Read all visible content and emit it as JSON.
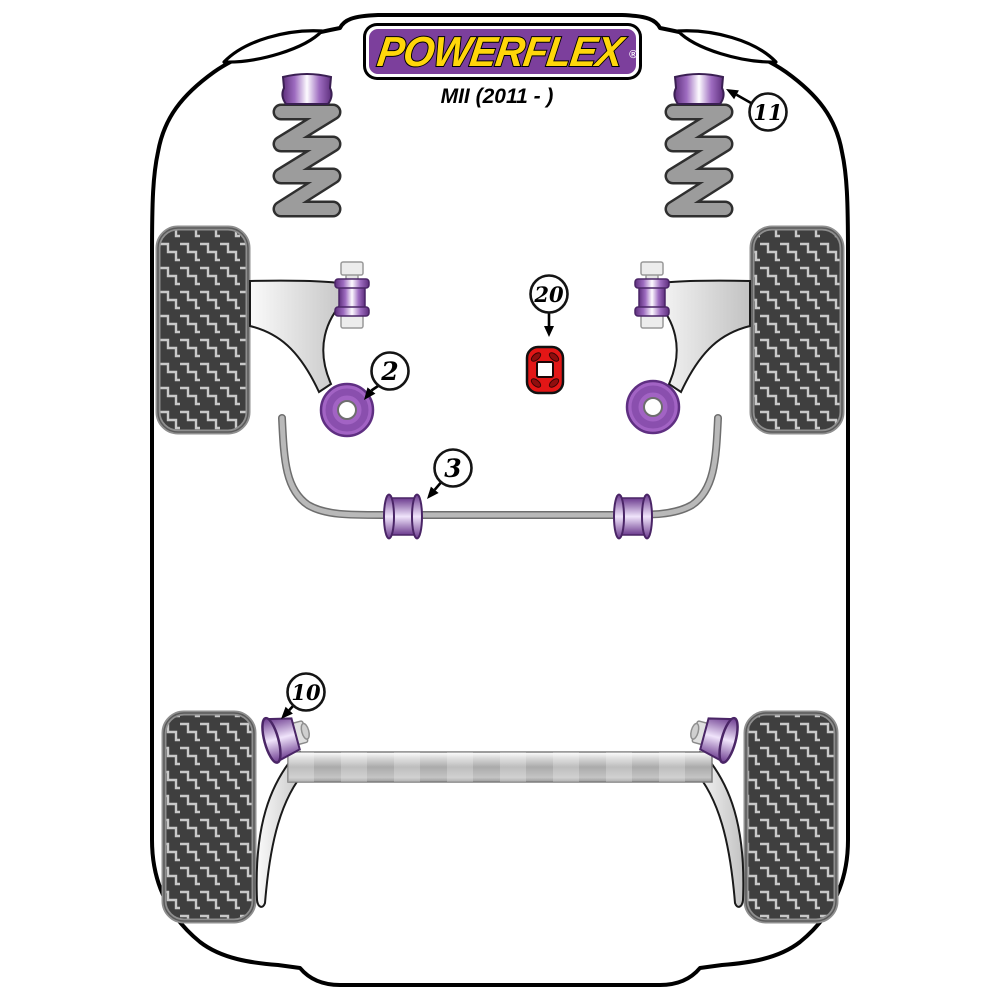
{
  "brand": {
    "name": "POWERFLEX",
    "registered": "®",
    "model": "MII (2011 - )"
  },
  "callouts": [
    {
      "label": "11"
    },
    {
      "label": "20"
    },
    {
      "label": "2"
    },
    {
      "label": "3"
    },
    {
      "label": "10"
    }
  ],
  "colors": {
    "logo_purple": "#7c3f9c",
    "logo_yellow": "#ffd60a",
    "bushing_purple": "#a263c4",
    "mount_red": "#e31616"
  }
}
